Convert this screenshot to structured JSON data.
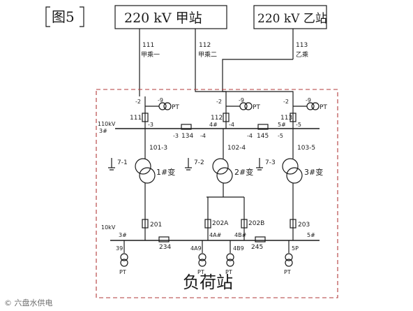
{
  "figure_label": "图5",
  "sources": {
    "station_a": "220 kV 甲站",
    "station_b": "220 kV 乙站"
  },
  "incoming": {
    "b111": "111",
    "b111_name": "甲乘一",
    "b112": "112",
    "b112_name": "甲乘二",
    "b113": "113",
    "b113_name": "乙乘"
  },
  "hv_bus": {
    "label": "110kV",
    "seg1": "3#",
    "seg2": "4#",
    "seg3": "5#",
    "brk111": "111",
    "brk112": "112",
    "brk113": "113",
    "tie1": "134",
    "tie2": "145",
    "sw_a": "-3",
    "sw_b": "-4",
    "sw_c": "-4",
    "sw_d": "-5",
    "pt1": "PT",
    "pt2": "PT",
    "pt3": "PT",
    "pt1_sw": "-9",
    "pt2_sw": "-9",
    "pt3_sw": "-9",
    "d111_top": "-2",
    "d112_top": "-2",
    "d113_top": "-2",
    "d111_bot": "-3",
    "d112_bot": "-4",
    "d113_bot": "-5"
  },
  "transformers": {
    "t1_sw": "101-3",
    "t2_sw": "102-4",
    "t3_sw": "103-5",
    "t1_gnd": "7-1",
    "t2_gnd": "7-2",
    "t3_gnd": "7-3",
    "t1_name": "1#变",
    "t2_name": "2#变",
    "t3_name": "3#变"
  },
  "lv_bus": {
    "label": "10kV",
    "seg3": "3#",
    "seg4a": "4A#",
    "seg4b": "4B#",
    "seg5": "5#",
    "b201": "201",
    "b202a": "202A",
    "b202b": "202B",
    "b203": "203",
    "tie1": "234",
    "tie2": "245",
    "pt3": "39",
    "pt4a": "4A9",
    "pt4b": "4B9",
    "pt5": "5P",
    "pt_label": "PT"
  },
  "station_name": "负荷站",
  "watermark": "© 六盘水供电"
}
